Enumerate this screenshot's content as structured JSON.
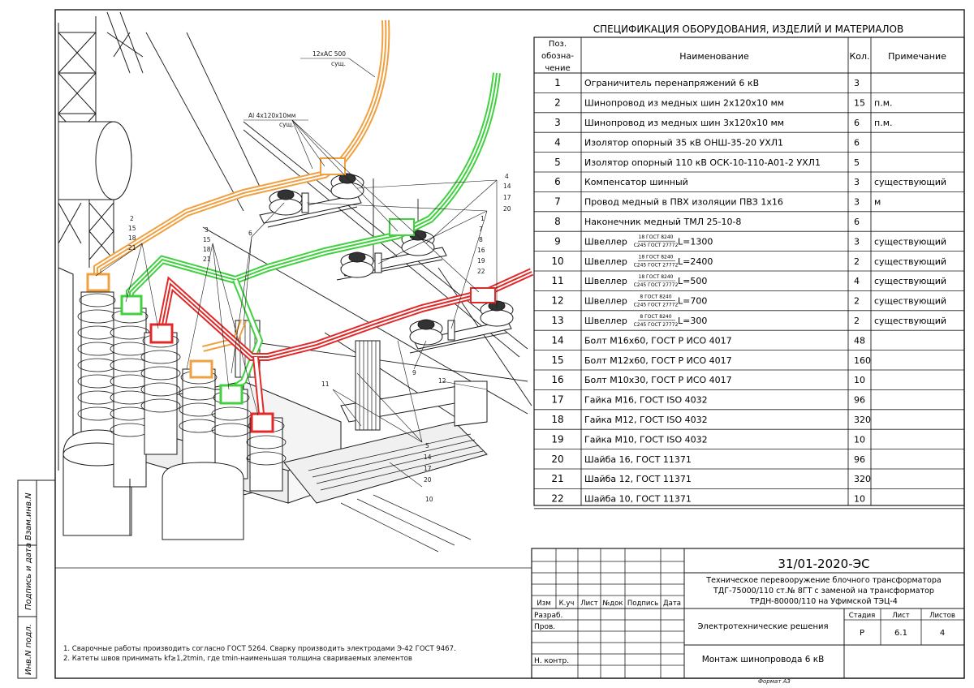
{
  "spec_title": "СПЕЦИФИКАЦИЯ ОБОРУДОВАНИЯ, ИЗДЕЛИЙ И МАТЕРИАЛОВ",
  "spec_headers": {
    "pos": [
      "Поз.",
      "обозна-",
      "чение"
    ],
    "name": "Наименование",
    "qty": "Кол.",
    "note": "Примечание"
  },
  "gost_sup_18": "18 ГОСТ 8240",
  "gost_sup_8": "8 ГОСТ 8240",
  "gost_sub": "С245 ГОСТ 27772",
  "spec_rows": [
    {
      "pos": "1",
      "name": "Ограничитель перенапряжений 6 кВ",
      "qty": "3",
      "note": ""
    },
    {
      "pos": "2",
      "name": "Шинопровод из медных шин 2х120х10 мм",
      "qty": "15",
      "note": "п.м."
    },
    {
      "pos": "3",
      "name": "Шинопровод из медных шин 3х120х10 мм",
      "qty": "6",
      "note": "п.м."
    },
    {
      "pos": "4",
      "name": "Изолятор опорный 35 кВ ОНШ-35-20 УХЛ1",
      "qty": "6",
      "note": ""
    },
    {
      "pos": "5",
      "name": "Изолятор опорный 110 кВ ОСК-10-110-А01-2 УХЛ1",
      "qty": "5",
      "note": ""
    },
    {
      "pos": "6",
      "name": "Компенсатор шинный",
      "qty": "3",
      "note": "существующий"
    },
    {
      "pos": "7",
      "name": "Провод медный в ПВХ изоляции ПВЗ 1х16",
      "qty": "3",
      "note": "м"
    },
    {
      "pos": "8",
      "name": "Наконечник медный ТМЛ 25-10-8",
      "qty": "6",
      "note": ""
    },
    {
      "pos": "9",
      "name": "Швеллер",
      "frac": "18",
      "len": "L=1300",
      "qty": "3",
      "note": "существующий"
    },
    {
      "pos": "10",
      "name": "Швеллер",
      "frac": "18",
      "len": "L=2400",
      "qty": "2",
      "note": "существующий"
    },
    {
      "pos": "11",
      "name": "Швеллер",
      "frac": "18",
      "len": "L=500",
      "qty": "4",
      "note": "существующий"
    },
    {
      "pos": "12",
      "name": "Швеллер",
      "frac": "8",
      "len": "L=700",
      "qty": "2",
      "note": "существующий"
    },
    {
      "pos": "13",
      "name": "Швеллер",
      "frac": "8",
      "len": "L=300",
      "qty": "2",
      "note": "существующий"
    },
    {
      "pos": "14",
      "name": "Болт М16х60, ГОСТ Р ИСО 4017",
      "qty": "48",
      "note": ""
    },
    {
      "pos": "15",
      "name": "Болт М12х60, ГОСТ Р ИСО 4017",
      "qty": "160",
      "note": ""
    },
    {
      "pos": "16",
      "name": "Болт М10х30, ГОСТ Р ИСО 4017",
      "qty": "10",
      "note": ""
    },
    {
      "pos": "17",
      "name": "Гайка М16, ГОСТ ISO 4032",
      "qty": "96",
      "note": ""
    },
    {
      "pos": "18",
      "name": "Гайка М12, ГОСТ ISO 4032",
      "qty": "320",
      "note": ""
    },
    {
      "pos": "19",
      "name": "Гайка М10, ГОСТ ISO 4032",
      "qty": "10",
      "note": ""
    },
    {
      "pos": "20",
      "name": "Шайба 16, ГОСТ 11371",
      "qty": "96",
      "note": ""
    },
    {
      "pos": "21",
      "name": "Шайба 12, ГОСТ 11371",
      "qty": "320",
      "note": ""
    },
    {
      "pos": "22",
      "name": "Шайба 10, ГОСТ 11371",
      "qty": "10",
      "note": ""
    }
  ],
  "stamp": {
    "code": "31/01-2020-ЭС",
    "project_lines": [
      "Техническое перевооружение блочного трансформатора",
      "ТДГ-75000/110 ст.№ 8ГТ с заменой на трансформатор",
      "ТРДН-80000/110 на Уфимской ТЭЦ-4"
    ],
    "cols": [
      "Изм",
      "К.уч",
      "Лист",
      "№док",
      "Подпись",
      "Дата"
    ],
    "roles": [
      "Разраб.",
      "Пров.",
      "Н. контр."
    ],
    "section": "Электротехнические решения",
    "sheet_title": "Монтаж шинопровода 6 кВ",
    "stage_label": "Стадия",
    "sheet_label": "Лист",
    "sheets_label": "Листов",
    "stage": "Р",
    "sheet": "6.1",
    "sheets": "4"
  },
  "side_labels": [
    "Взам.инв.N",
    "Подпись и дата",
    "Инв.N подл."
  ],
  "notes": [
    "1. Сварочные работы производить согласно ГОСТ 5264. Сварку производить электродами Э-42 ГОСТ 9467.",
    "2. Катеты швов принимать kf≥1,2tmin, где tmin-наименьшая толщина свариваемых элементов"
  ],
  "format": "Формат А3",
  "callouts": {
    "cable": [
      "12хАС 500",
      "сущ."
    ],
    "al": [
      "Al 4х120х10мм",
      "сущ."
    ],
    "g_left": [
      "2",
      "15",
      "18",
      "21"
    ],
    "g_mid": [
      "3",
      "15",
      "18",
      "21"
    ],
    "g_6": "6",
    "g_right_top": [
      "4",
      "14",
      "17",
      "20"
    ],
    "g_right": [
      "1",
      "7",
      "8",
      "16",
      "19",
      "22"
    ],
    "g_9": "9",
    "g_12": "12",
    "g_11": "11",
    "g_bottom": [
      "5",
      "14",
      "17",
      "20"
    ],
    "g_10": "10"
  },
  "colors": {
    "orange": "#f0a040",
    "green": "#40d040",
    "red": "#e02a2a",
    "line": "#1a1a1a"
  }
}
